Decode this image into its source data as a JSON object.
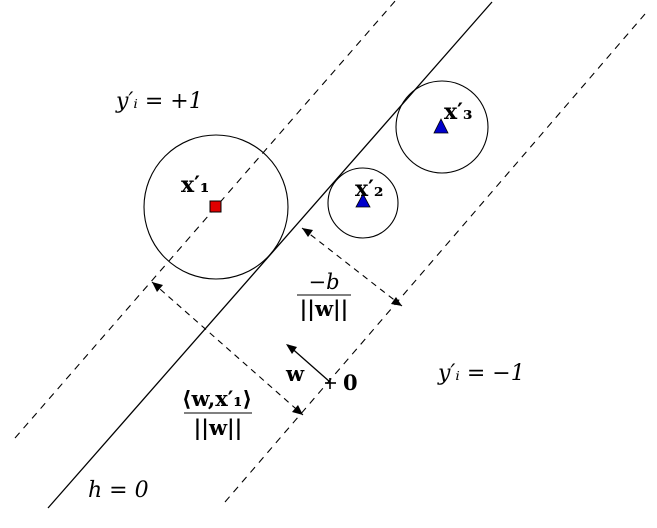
{
  "labels": {
    "class_pos": "y′ᵢ = +1",
    "class_neg": "y′ᵢ = −1",
    "hyperplane": "h = 0",
    "w_vector": "w",
    "origin": "0",
    "x1": "x′₁",
    "x2": "x′₂",
    "x3": "x′₃",
    "margin_bias_num": "−b",
    "margin_bias_den": "||w||",
    "margin_proj_num": "⟨w,x′₁⟩",
    "margin_proj_den": "||w||"
  },
  "colors": {
    "square_fill": "#e00000",
    "triangle_fill": "#0000cc",
    "stroke": "#000000"
  }
}
